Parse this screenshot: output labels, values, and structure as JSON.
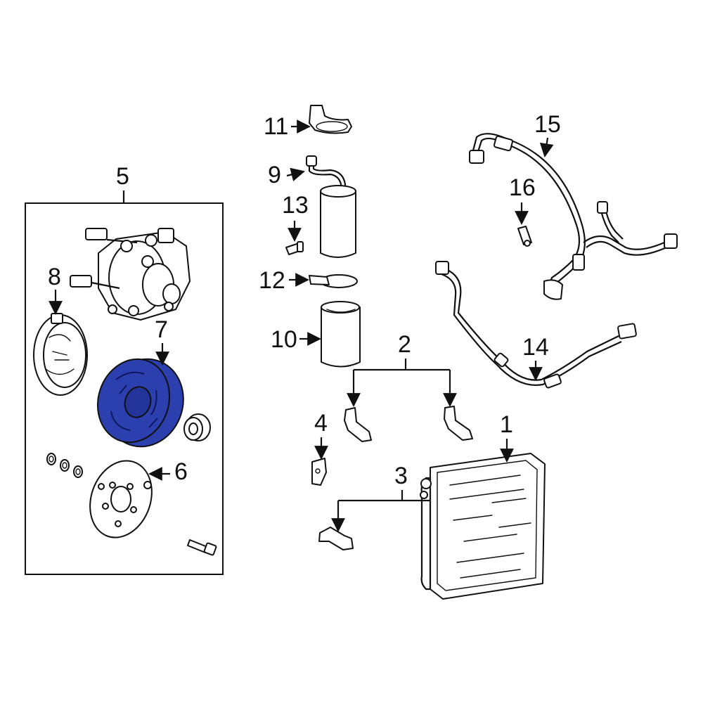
{
  "colors": {
    "highlight": "#2b3fae",
    "line": "#111111",
    "background": "#ffffff"
  },
  "callouts": {
    "c1": "1",
    "c2": "2",
    "c3": "3",
    "c4": "4",
    "c5": "5",
    "c6": "6",
    "c7": "7",
    "c8": "8",
    "c9": "9",
    "c10": "10",
    "c11": "11",
    "c12": "12",
    "c13": "13",
    "c14": "14",
    "c15": "15",
    "c16": "16"
  },
  "highlighted_part": "7"
}
